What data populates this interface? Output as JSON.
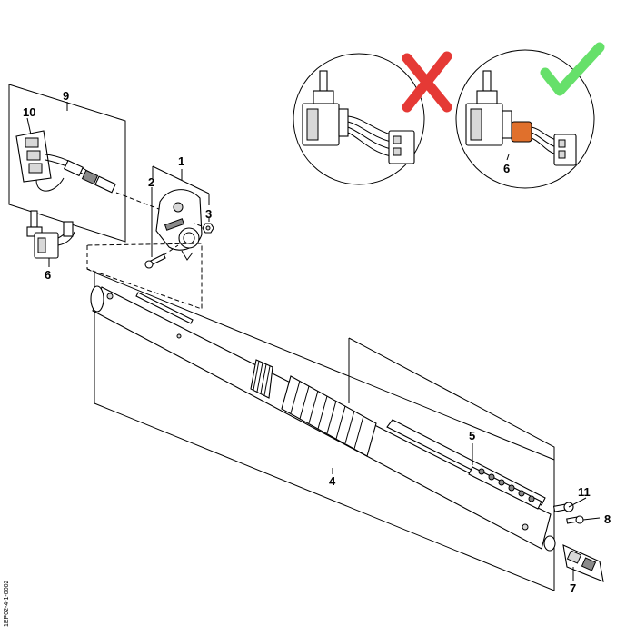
{
  "callouts": {
    "c1": "1",
    "c2": "2",
    "c3": "3",
    "c4": "4",
    "c5": "5",
    "c6": "6",
    "c6b": "6",
    "c7": "7",
    "c8": "8",
    "c9": "9",
    "c10": "10",
    "c11": "11"
  },
  "doc_code": "1EP02-4-1-0002",
  "colors": {
    "wrong_mark": "#e53935",
    "correct_mark": "#66e06a",
    "highlight_sleeve": "#e0702c"
  },
  "icons": {
    "wrong": "cross-mark-icon",
    "correct": "check-mark-icon"
  }
}
